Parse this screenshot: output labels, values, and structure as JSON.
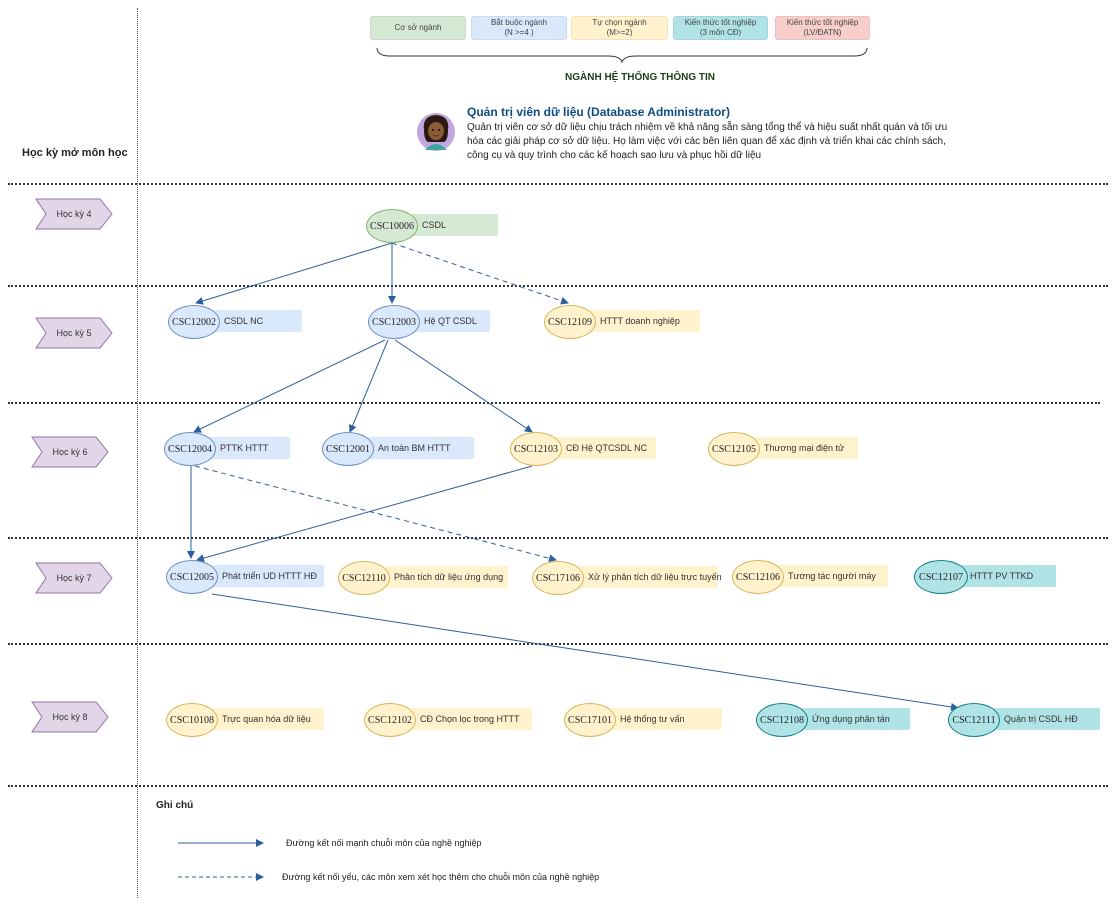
{
  "legend": [
    {
      "id": "base",
      "label": "Cơ sở ngành",
      "sub": "",
      "color": "#d5e8d4"
    },
    {
      "id": "req",
      "label": "Bắt buộc ngành",
      "sub": "(N >=4 )",
      "color": "#dae8fc"
    },
    {
      "id": "opt",
      "label": "Tự chọn ngành",
      "sub": "(M>=2)",
      "color": "#fff2cc"
    },
    {
      "id": "grad",
      "label": "Kiến thức tốt nghiệp",
      "sub": "(3 môn CĐ)",
      "color": "#b0e3e6"
    },
    {
      "id": "thesis",
      "label": "Kiến thức  tốt nghiệp",
      "sub": "(LV/ĐATN)",
      "color": "#f8cecc"
    }
  ],
  "major_title": "NGÀNH HỆ THỐNG THÔNG TIN",
  "career": {
    "title": "Quản trị viên dữ liệu (Database Administrator)",
    "line1": "Quản trị viên cơ sở dữ liệu chịu trách nhiệm về khả năng sẵn sàng tổng thể và hiệu suất nhất quán và tối ưu",
    "line2": "hóa các giải pháp cơ sở dữ liệu. Họ làm việc với các bên liên quan để xác định và triển khai các chính sách,",
    "line3": "công cụ và quy trình cho các kế hoạch sao lưu và phục hồi dữ liệu"
  },
  "semester_header": "Học kỳ mở môn học",
  "semesters": [
    "Học kỳ 4",
    "Học kỳ 5",
    "Học kỳ 6",
    "Học kỳ 7",
    "Học kỳ 8"
  ],
  "courses": {
    "c10006": {
      "code": "CSC10006",
      "name": "CSDL"
    },
    "c12002": {
      "code": "CSC12002",
      "name": "CSDL NC"
    },
    "c12003": {
      "code": "CSC12003",
      "name": "Hệ QT CSDL"
    },
    "c12109": {
      "code": "CSC12109",
      "name": "HTTT doanh nghiệp"
    },
    "c12004": {
      "code": "CSC12004",
      "name": "PTTK HTTT"
    },
    "c12001": {
      "code": "CSC12001",
      "name": "An toàn BM HTTT"
    },
    "c12103": {
      "code": "CSC12103",
      "name": "CĐ Hệ QTCSDL NC"
    },
    "c12105": {
      "code": "CSC12105",
      "name": "Thương mại điện tử"
    },
    "c12005": {
      "code": "CSC12005",
      "name": "Phát triển UD HTTT HĐ"
    },
    "c12110": {
      "code": "CSC12110",
      "name": "Phân tích dữ liệu ứng dụng"
    },
    "c17106": {
      "code": "CSC17106",
      "name": "Xử lý phân tích dữ liệu trực tuyến"
    },
    "c12106": {
      "code": "CSC12106",
      "name": "Tương tác người máy"
    },
    "c12107": {
      "code": "CSC12107",
      "name": "HTTT PV TTKD"
    },
    "c10108": {
      "code": "CSC10108",
      "name": "Trực quan hóa dữ liệu"
    },
    "c12102": {
      "code": "CSC12102",
      "name": "CĐ Chọn lọc trong HTTT"
    },
    "c17101": {
      "code": "CSC17101",
      "name": "Hệ thống tư vấn"
    },
    "c12108": {
      "code": "CSC12108",
      "name": "Ứng dụng phân tán"
    },
    "c12111": {
      "code": "CSC12111",
      "name": "Quản trị CSDL HĐ"
    }
  },
  "notes": {
    "title": "Ghi chú",
    "strong": "Đường kết nối mạnh chuỗi môn của nghề nghiệp",
    "weak": "Đường kết nối yếu, các môn xem xét học thêm cho chuỗi môn của nghề nghiệp"
  },
  "colors": {
    "arrow": "#2d5f9e",
    "semester": "#e1d5e7",
    "semester_border": "#9673a6",
    "title_green": "#1a3d1a",
    "career_blue": "#0f4c81"
  }
}
